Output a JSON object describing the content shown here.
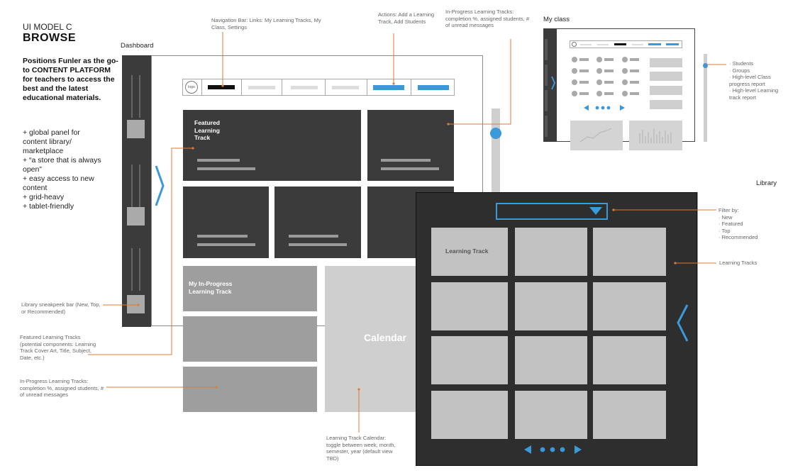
{
  "header": {
    "model": "UI MODEL C",
    "title": "BROWSE",
    "positioning": "Positions Funler as the go-to CONTENT PLATFORM for teachers to access the best and the latest educational materials.",
    "bullets": [
      "+ global panel for content library/ marketplace",
      "+ “a store that is always open”",
      "+ easy access to new content",
      "+ grid-heavy",
      "+ tablet-friendly"
    ]
  },
  "section_labels": {
    "dashboard": "Dashboard",
    "my_class": "My class",
    "library": "Library"
  },
  "dashboard": {
    "logo": "logo",
    "featured_title": "Featured Learning Track",
    "inprogress_title": "My In-Progress Learning Track",
    "calendar": "Calendar"
  },
  "annotations": {
    "nav_bar": "Navigation Bar: Links: My Learning Tracks, My Class, Settings",
    "actions": "Actions: Add a Learning Track, Add Students",
    "inprogress_top": "In-Progress Learning Tracks: completion %, assigned students, # of unread messages",
    "sneakpeek": "Library sneakpeek bar (New, Top, or Recommended)",
    "featured": "Featured Learning Tracks (potential components: Learning Track Cover Art, Title, Subject, Date, etc.)",
    "inprogress_bottom": "In-Progress Learning Tracks: completion %, assigned students, # of unread messages",
    "calendar": "Learning Track Calendar: toggle between week, month, semester, year (default view TBD)",
    "my_class_items": [
      "· Students",
      "· Groups",
      "· High-level Class progress report",
      "· High-level Learning track report"
    ],
    "filter_title": "Filter by:",
    "filter_items": [
      "· New",
      "· Featured",
      "· Top",
      "· Recommended"
    ],
    "learning_tracks": "Learning Tracks"
  },
  "library": {
    "tile_label": "Learning Track"
  },
  "colors": {
    "accent": "#3a9ad9",
    "leader": "#e07a35",
    "dark": "#3b3b3b"
  }
}
